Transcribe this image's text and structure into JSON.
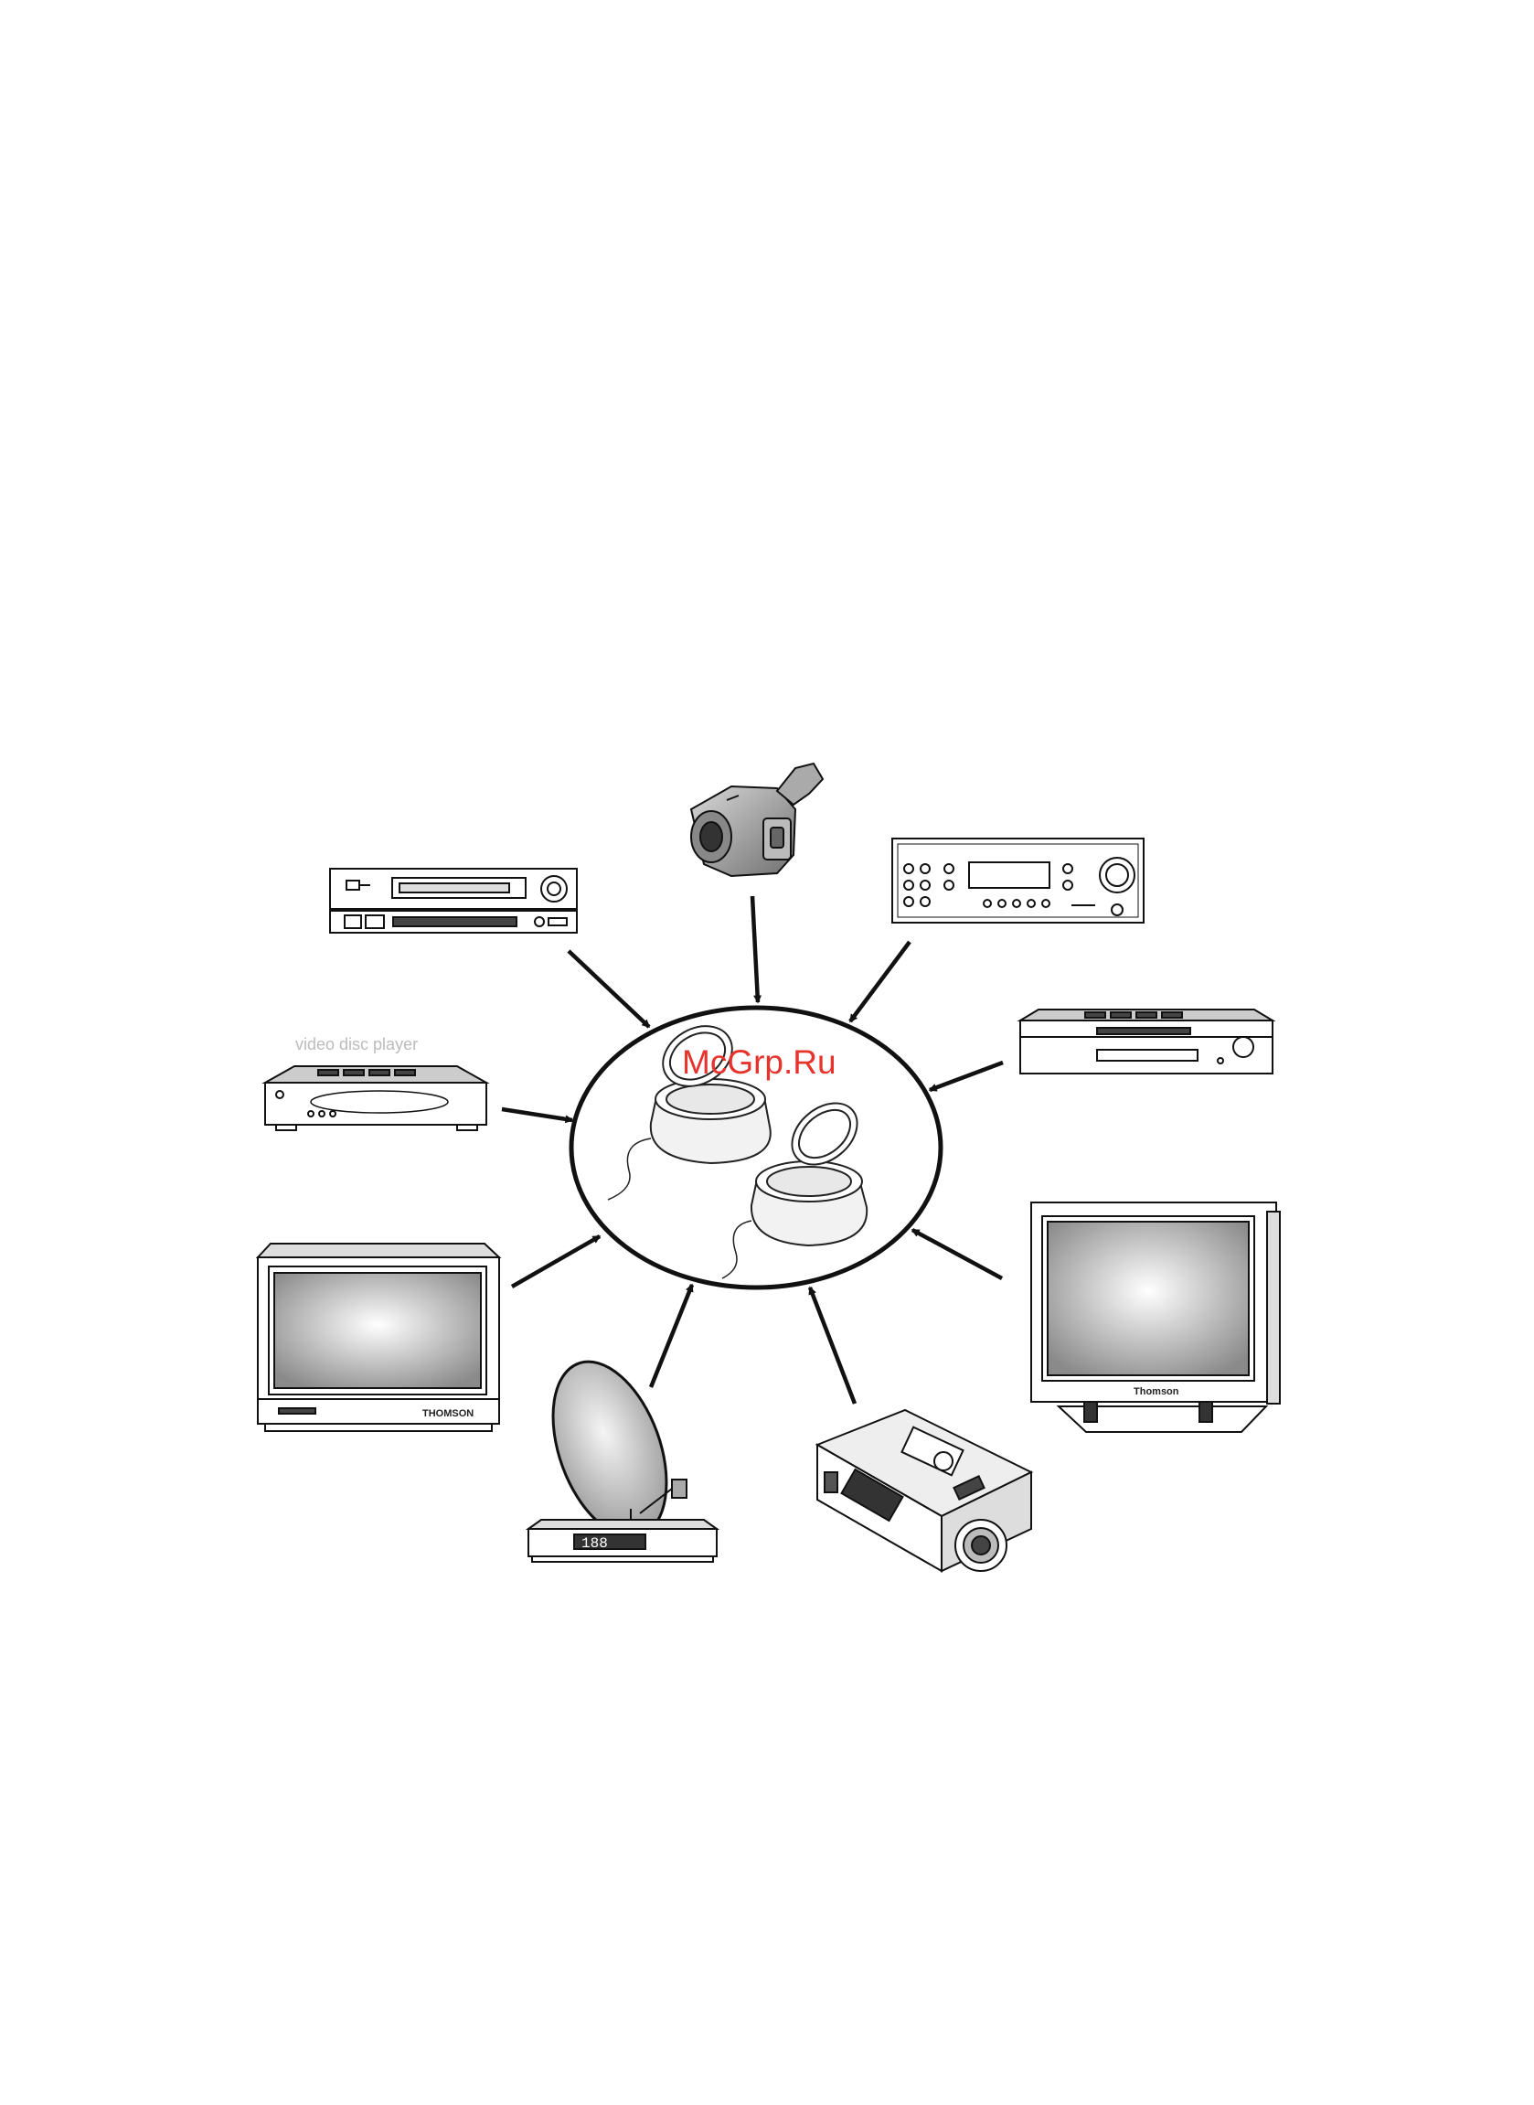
{
  "diagram": {
    "hub": {
      "name": "wireless-transmitter-receiver-pair",
      "watermark_text": "McGrp.Ru"
    },
    "devices": [
      {
        "id": "vcr",
        "name": "video-recorder"
      },
      {
        "id": "camcorder",
        "name": "camcorder"
      },
      {
        "id": "amplifier",
        "name": "av-amplifier"
      },
      {
        "id": "tuner",
        "name": "av-tuner"
      },
      {
        "id": "dvd",
        "name": "dvd-player",
        "label": "video disc player"
      },
      {
        "id": "tv",
        "name": "crt-television",
        "brand": "THOMSON"
      },
      {
        "id": "satellite",
        "name": "satellite-receiver",
        "display": "188"
      },
      {
        "id": "projector",
        "name": "video-projector"
      },
      {
        "id": "flatscreen",
        "name": "flat-screen-tv",
        "brand": "Thomson"
      }
    ],
    "colors": {
      "line": "#111111",
      "watermark": "#e8322c",
      "screen_light": "#ffffff",
      "screen_dark": "#8a8a8a"
    }
  }
}
